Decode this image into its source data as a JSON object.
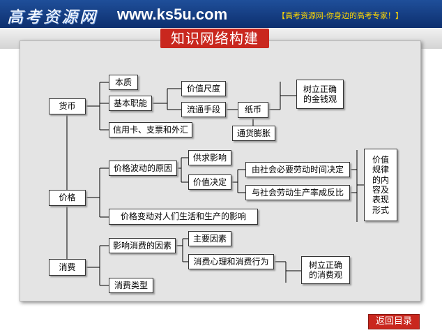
{
  "header": {
    "logo": "高考资源网",
    "site": "www.ks5u.com",
    "slogan": "【高考资源网-你身边的高考专家！】"
  },
  "title": "知识网络构建",
  "nodes": {
    "huobi": "货币",
    "benzhi": "本质",
    "jiben": "基本职能",
    "jiazhi_chidu": "价值尺度",
    "liutong": "流通手段",
    "zhibi": "纸币",
    "shuli_jinqian": "树立正确\n的金钱观",
    "pengzhang": "通货膨胀",
    "xinyong": "信用卡、支票和外汇",
    "jiage": "价格",
    "bodong": "价格波动的原因",
    "gongqiu": "供求影响",
    "jiazhi_jueding": "价值决定",
    "shehui_biyao": "由社会必要劳动时间决定",
    "laodong_lv": "与社会劳动生产率成反比",
    "guilv": "价值\n规律\n的内\n容及\n表现\n形式",
    "yingxiang": "价格变动对人们生活和生产的影响",
    "xiaofei": "消费",
    "xiaofei_yinsu": "影响消费的因素",
    "zhuyao": "主要因素",
    "xinli": "消费心理和消费行为",
    "shuli_xiaofei": "树立正确\n的消费观",
    "leixing": "消费类型"
  },
  "back_button": "返回目录"
}
